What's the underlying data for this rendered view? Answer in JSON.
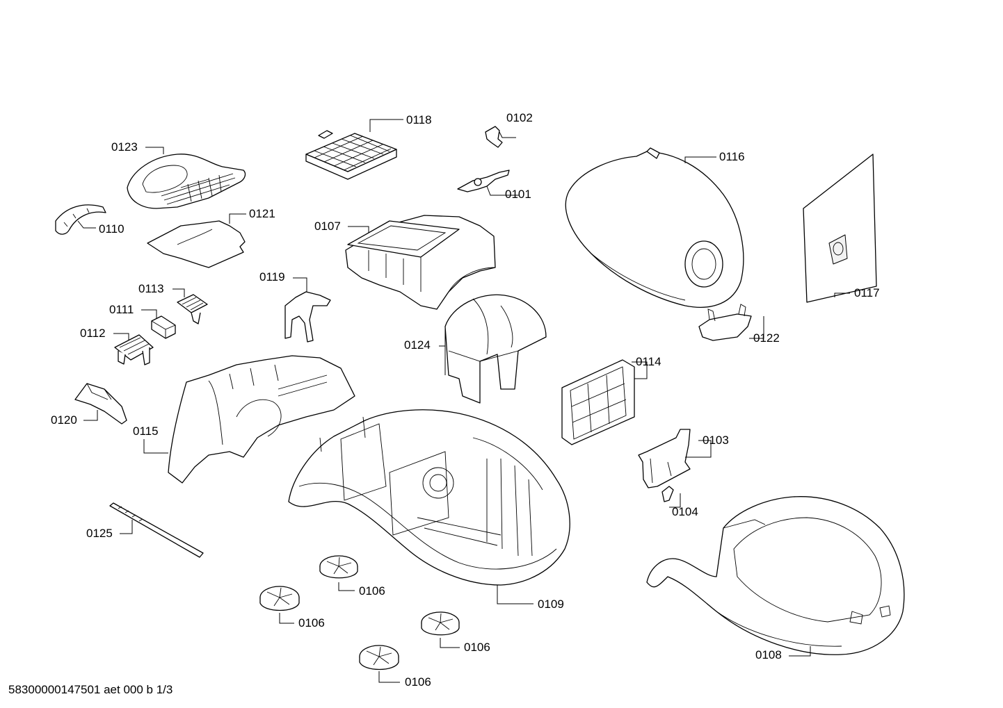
{
  "footer": {
    "reference": "58300000147501 aet 000 b 1/3"
  },
  "callouts": [
    {
      "id": "c0123",
      "label": "0123"
    },
    {
      "id": "c0110",
      "label": "0110"
    },
    {
      "id": "c0121",
      "label": "0121"
    },
    {
      "id": "c0118",
      "label": "0118"
    },
    {
      "id": "c0102",
      "label": "0102"
    },
    {
      "id": "c0101",
      "label": "0101"
    },
    {
      "id": "c0116",
      "label": "0116"
    },
    {
      "id": "c0107",
      "label": "0107"
    },
    {
      "id": "c0119",
      "label": "0119"
    },
    {
      "id": "c0113",
      "label": "0113"
    },
    {
      "id": "c0111",
      "label": "0111"
    },
    {
      "id": "c0112",
      "label": "0112"
    },
    {
      "id": "c0124",
      "label": "0124"
    },
    {
      "id": "c0117",
      "label": "0117"
    },
    {
      "id": "c0122",
      "label": "0122"
    },
    {
      "id": "c0114",
      "label": "0114"
    },
    {
      "id": "c0120",
      "label": "0120"
    },
    {
      "id": "c0115",
      "label": "0115"
    },
    {
      "id": "c0103",
      "label": "0103"
    },
    {
      "id": "c0104",
      "label": "0104"
    },
    {
      "id": "c0125",
      "label": "0125"
    },
    {
      "id": "c0106a",
      "label": "0106"
    },
    {
      "id": "c0109",
      "label": "0109"
    },
    {
      "id": "c0106b",
      "label": "0106"
    },
    {
      "id": "c0106c",
      "label": "0106"
    },
    {
      "id": "c0106d",
      "label": "0106"
    },
    {
      "id": "c0108",
      "label": "0108"
    }
  ]
}
